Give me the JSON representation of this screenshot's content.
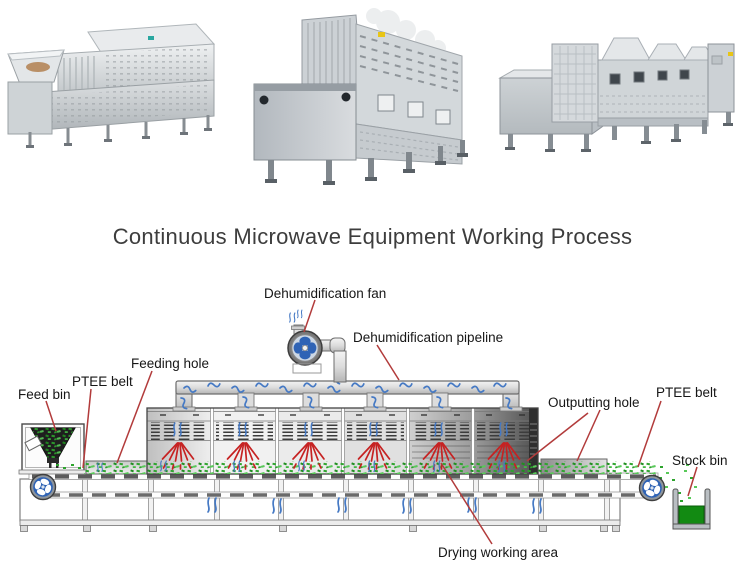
{
  "title": "Continuous Microwave Equipment Working Process",
  "diagram": {
    "labels": {
      "dehumidification_fan": "Dehumidification fan",
      "dehumidification_pipeline": "Dehumidification pipeline",
      "feeding_hole": "Feeding hole",
      "ptee_belt_left": "PTEE belt",
      "feed_bin": "Feed bin",
      "outputting_hole": "Outputting hole",
      "ptee_belt_right": "PTEE belt",
      "stock_bin": "Stock bin",
      "drying_working_area": "Drying working area"
    },
    "colors": {
      "leader": "#b23b3b",
      "label_text": "#161616",
      "steam_blue": "#4579c4",
      "material_green": "#2da42d",
      "stock_green": "#128a12",
      "microwave_red": "#c62222",
      "fan_blade_blue": "#2f63b5",
      "machine_gray": "#d9d9d9",
      "belt_dash_gray": "#5c5c5c"
    }
  }
}
